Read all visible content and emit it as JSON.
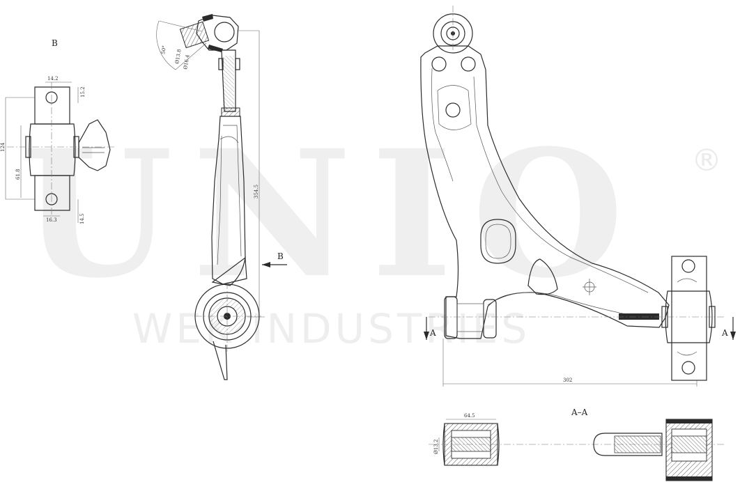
{
  "watermark": {
    "brand": "UNIO",
    "registered": "®",
    "subtitle": "WEK INDUSTRIES"
  },
  "views": {
    "view_b_label": "B",
    "view_b_arrow_label": "B",
    "section_label": "A–A",
    "section_arrow_left": "A",
    "section_arrow_right": "A"
  },
  "dimensions": {
    "top_width": "14.2",
    "top_offset": "15.2",
    "total_height": "124",
    "bushing_height": "61.8",
    "bottom_width": "16.3",
    "bottom_offset": "14.5",
    "ball_angle": "50°",
    "ball_dia_1": "Ø13.8",
    "ball_dia_2": "Ø16.4",
    "arm_length": "354.5",
    "span": "302",
    "section_width": "64.5",
    "section_dia": "Ø13.2"
  }
}
